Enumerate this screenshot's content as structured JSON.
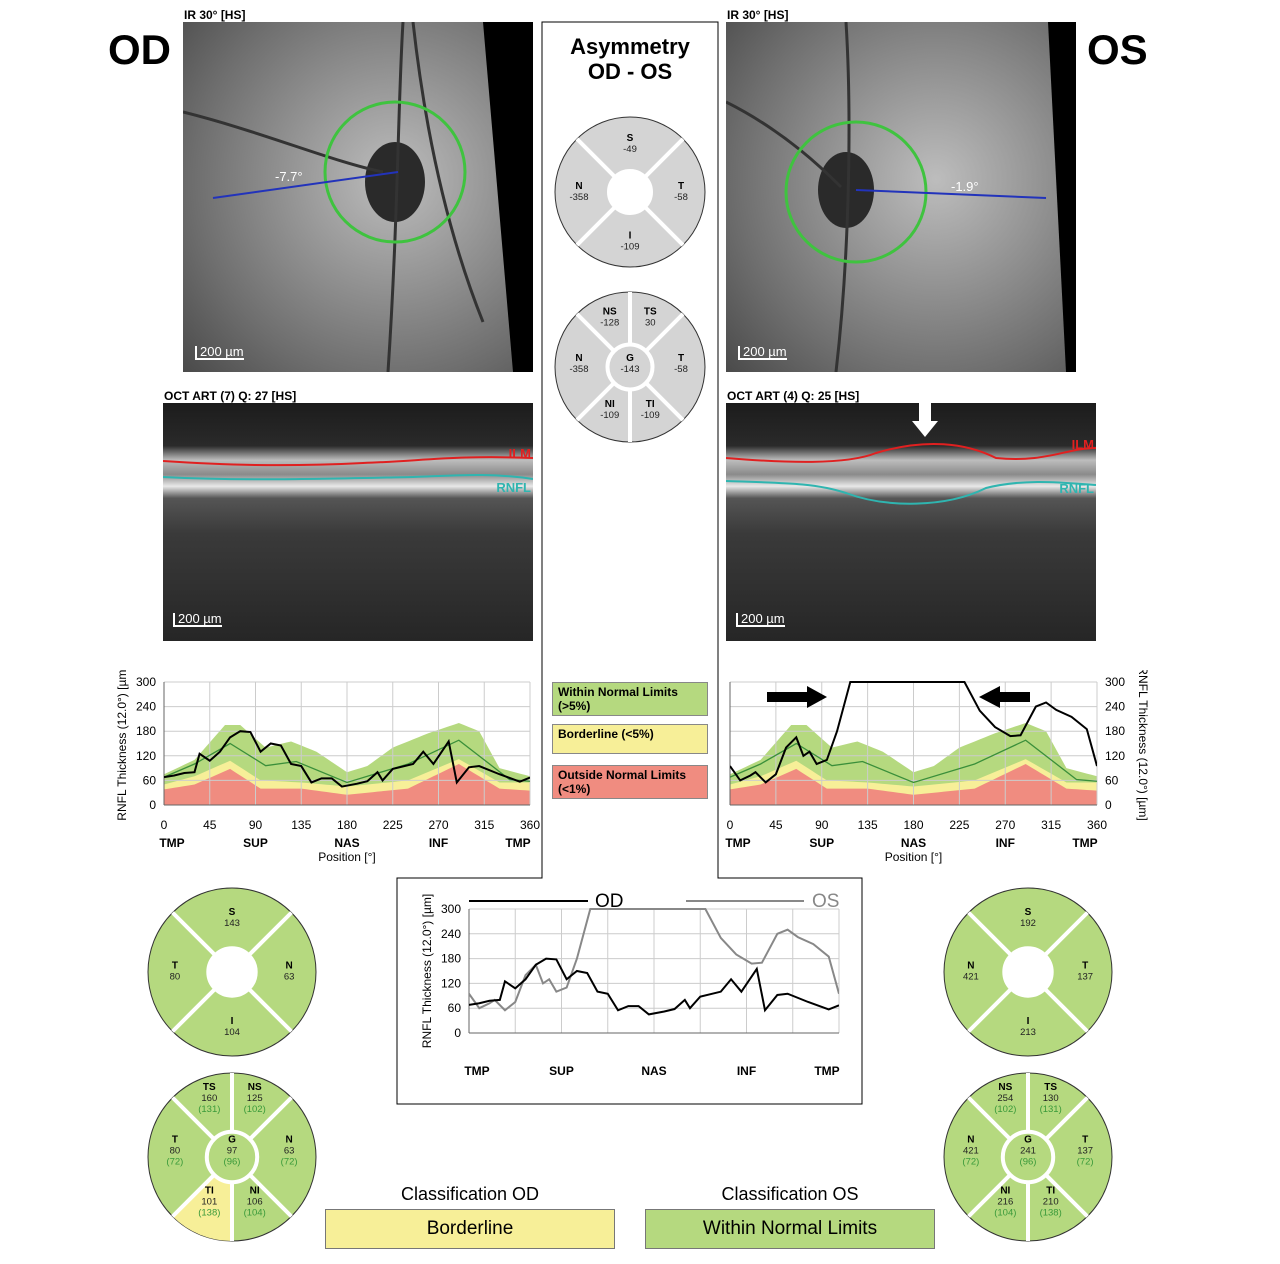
{
  "colors": {
    "wnl": "#b5d97f",
    "borderline": "#f7ef98",
    "outside": "#f08c80",
    "asym": "#d4d4d4",
    "od_line": "#000000",
    "os_line": "#888888",
    "normal_mean": "#3a8f3a",
    "ref_text": "#3a9a3a"
  },
  "od": {
    "eye_label": "OD",
    "ir_caption": "IR 30° [HS]",
    "ir_angle": "-7.7°",
    "ir_scale": "200 µm",
    "oct_caption": "OCT ART (7) Q: 27 [HS]",
    "oct_scale": "200 µm",
    "ilm_label": "ILM",
    "rnfl_label": "RNFL",
    "sectors4": {
      "S": "143",
      "T": "80",
      "N": "63",
      "I": "104"
    },
    "sectors6": [
      {
        "name": "TS",
        "value": "160",
        "ref": "(131)",
        "class": "wnl"
      },
      {
        "name": "NS",
        "value": "125",
        "ref": "(102)",
        "class": "wnl"
      },
      {
        "name": "T",
        "value": "80",
        "ref": "(72)",
        "class": "wnl"
      },
      {
        "name": "N",
        "value": "63",
        "ref": "(72)",
        "class": "wnl"
      },
      {
        "name": "TI",
        "value": "101",
        "ref": "(138)",
        "class": "borderline"
      },
      {
        "name": "NI",
        "value": "106",
        "ref": "(104)",
        "class": "wnl"
      },
      {
        "name": "G",
        "value": "97",
        "ref": "(96)",
        "class": "wnl"
      }
    ],
    "classification_title": "Classification OD",
    "classification": "Borderline"
  },
  "os": {
    "eye_label": "OS",
    "ir_caption": "IR 30° [HS]",
    "ir_angle": "-1.9°",
    "ir_scale": "200 µm",
    "oct_caption": "OCT ART (4) Q: 25 [HS]",
    "oct_scale": "200 µm",
    "ilm_label": "ILM",
    "rnfl_label": "RNFL",
    "sectors4": {
      "S": "192",
      "T": "137",
      "N": "421",
      "I": "213"
    },
    "sectors6": [
      {
        "name": "NS",
        "value": "254",
        "ref": "(102)",
        "class": "wnl"
      },
      {
        "name": "TS",
        "value": "130",
        "ref": "(131)",
        "class": "wnl"
      },
      {
        "name": "N",
        "value": "421",
        "ref": "(72)",
        "class": "wnl"
      },
      {
        "name": "T",
        "value": "137",
        "ref": "(72)",
        "class": "wnl"
      },
      {
        "name": "NI",
        "value": "216",
        "ref": "(104)",
        "class": "wnl"
      },
      {
        "name": "TI",
        "value": "210",
        "ref": "(138)",
        "class": "wnl"
      },
      {
        "name": "G",
        "value": "241",
        "ref": "(96)",
        "class": "wnl"
      }
    ],
    "classification_title": "Classification OS",
    "classification": "Within Normal Limits"
  },
  "asymmetry": {
    "title_line1": "Asymmetry",
    "title_line2": "OD - OS",
    "sectors4": {
      "S": "-49",
      "N": "-358",
      "T": "-58",
      "I": "-109"
    },
    "sectors6": [
      {
        "name": "NS",
        "value": "-128"
      },
      {
        "name": "TS",
        "value": "30"
      },
      {
        "name": "N",
        "value": "-358"
      },
      {
        "name": "T",
        "value": "-58"
      },
      {
        "name": "NI",
        "value": "-109"
      },
      {
        "name": "TI",
        "value": "-109"
      },
      {
        "name": "G",
        "value": "-143"
      }
    ]
  },
  "legend": {
    "wnl": "Within Normal Limits (>5%)",
    "borderline": "Borderline (<5%)",
    "outside": "Outside Normal Limits (<1%)"
  },
  "chart_data": [
    {
      "type": "area",
      "title": "",
      "ylabel": "RNFL Thickness (12.0°) [µm]",
      "xlabel": "Position [°]",
      "xlim": [
        0,
        360
      ],
      "ylim": [
        0,
        300
      ],
      "xticks": [
        0,
        45,
        90,
        135,
        180,
        225,
        270,
        315,
        360
      ],
      "yticks": [
        0,
        60,
        120,
        180,
        240,
        300
      ],
      "sector_labels": [
        "TMP",
        "SUP",
        "NAS",
        "INF",
        "TMP"
      ],
      "grid": true,
      "normal_upper": [
        [
          0,
          75
        ],
        [
          30,
          110
        ],
        [
          60,
          195
        ],
        [
          75,
          195
        ],
        [
          100,
          140
        ],
        [
          125,
          155
        ],
        [
          150,
          130
        ],
        [
          180,
          80
        ],
        [
          200,
          95
        ],
        [
          225,
          140
        ],
        [
          260,
          175
        ],
        [
          290,
          200
        ],
        [
          310,
          180
        ],
        [
          330,
          90
        ],
        [
          360,
          70
        ]
      ],
      "borderline_upper": [
        [
          0,
          50
        ],
        [
          30,
          70
        ],
        [
          65,
          108
        ],
        [
          95,
          60
        ],
        [
          135,
          55
        ],
        [
          180,
          45
        ],
        [
          240,
          60
        ],
        [
          290,
          112
        ],
        [
          330,
          55
        ],
        [
          360,
          55
        ]
      ],
      "outside_upper": [
        [
          0,
          38
        ],
        [
          30,
          50
        ],
        [
          65,
          88
        ],
        [
          95,
          40
        ],
        [
          135,
          40
        ],
        [
          180,
          25
        ],
        [
          240,
          40
        ],
        [
          290,
          100
        ],
        [
          330,
          40
        ],
        [
          360,
          35
        ]
      ],
      "normal_mean": [
        [
          0,
          68
        ],
        [
          30,
          100
        ],
        [
          65,
          150
        ],
        [
          100,
          96
        ],
        [
          130,
          106
        ],
        [
          180,
          55
        ],
        [
          240,
          100
        ],
        [
          290,
          158
        ],
        [
          340,
          62
        ],
        [
          360,
          58
        ]
      ],
      "series": [
        {
          "eye": "OD",
          "points": [
            [
              0,
              68
            ],
            [
              10,
              72
            ],
            [
              20,
              78
            ],
            [
              30,
              80
            ],
            [
              35,
              125
            ],
            [
              45,
              108
            ],
            [
              55,
              130
            ],
            [
              65,
              165
            ],
            [
              75,
              180
            ],
            [
              85,
              178
            ],
            [
              95,
              130
            ],
            [
              105,
              150
            ],
            [
              115,
              145
            ],
            [
              125,
              100
            ],
            [
              135,
              95
            ],
            [
              145,
              55
            ],
            [
              155,
              65
            ],
            [
              165,
              65
            ],
            [
              175,
              45
            ],
            [
              190,
              52
            ],
            [
              200,
              58
            ],
            [
              210,
              80
            ],
            [
              215,
              60
            ],
            [
              225,
              88
            ],
            [
              245,
              100
            ],
            [
              255,
              130
            ],
            [
              265,
              100
            ],
            [
              280,
              155
            ],
            [
              288,
              55
            ],
            [
              300,
              92
            ],
            [
              310,
              95
            ],
            [
              330,
              75
            ],
            [
              350,
              57
            ],
            [
              360,
              67
            ]
          ]
        }
      ]
    },
    {
      "type": "area",
      "title": "",
      "ylabel": "RNFL Thickness (12.0°) [µm]",
      "xlabel": "Position [°]",
      "xlim": [
        0,
        360
      ],
      "ylim": [
        0,
        300
      ],
      "xticks": [
        0,
        45,
        90,
        135,
        180,
        225,
        270,
        315,
        360
      ],
      "yticks": [
        0,
        60,
        120,
        180,
        240,
        300
      ],
      "sector_labels": [
        "TMP",
        "SUP",
        "NAS",
        "INF",
        "TMP"
      ],
      "grid": true,
      "series": [
        {
          "eye": "OS",
          "points": [
            [
              0,
              95
            ],
            [
              10,
              60
            ],
            [
              20,
              72
            ],
            [
              25,
              80
            ],
            [
              35,
              55
            ],
            [
              45,
              75
            ],
            [
              55,
              140
            ],
            [
              65,
              165
            ],
            [
              72,
              120
            ],
            [
              78,
              130
            ],
            [
              85,
              100
            ],
            [
              95,
              110
            ],
            [
              105,
              180
            ],
            [
              118,
              300
            ],
            [
              230,
              300
            ],
            [
              245,
              230
            ],
            [
              260,
              190
            ],
            [
              275,
              168
            ],
            [
              285,
              170
            ],
            [
              300,
              240
            ],
            [
              310,
              250
            ],
            [
              320,
              232
            ],
            [
              335,
              215
            ],
            [
              350,
              185
            ],
            [
              360,
              95
            ]
          ]
        }
      ]
    },
    {
      "type": "line",
      "title": "",
      "ylabel": "RNFL Thickness (12.0°) [µm]",
      "xlim": [
        0,
        360
      ],
      "ylim": [
        0,
        300
      ],
      "yticks": [
        0,
        60,
        120,
        180,
        240,
        300
      ],
      "sector_labels": [
        "TMP",
        "SUP",
        "NAS",
        "INF",
        "TMP"
      ],
      "grid": true,
      "legend": "top",
      "series": [
        {
          "name": "OD"
        },
        {
          "name": "OS"
        }
      ]
    }
  ]
}
